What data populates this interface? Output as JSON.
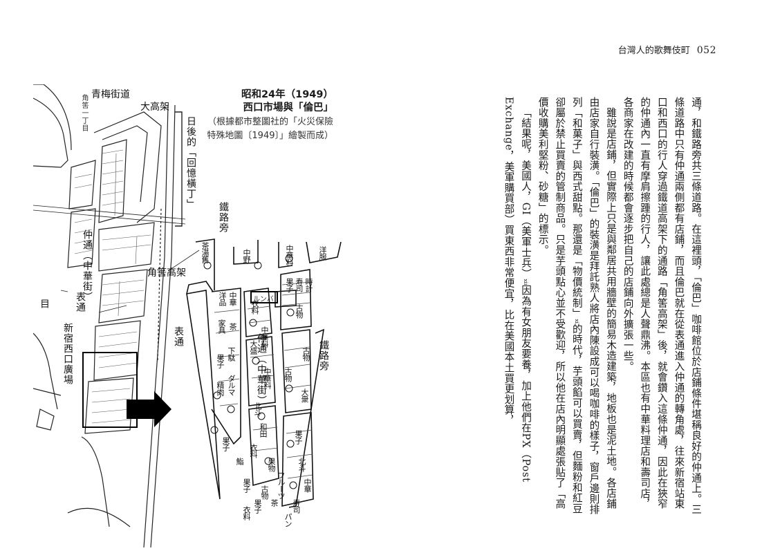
{
  "header": {
    "book_title": "台灣人的歌舞伎町",
    "page_number": "052"
  },
  "figure": {
    "caption_title_line1": "昭和24年（1949）",
    "caption_title_line2": "西口市場與「倫巴」",
    "caption_source_line1": "（根據都市整圖社的「火災保險",
    "caption_source_line2": "特殊地圖〔1949〕」繪製而成）",
    "labels": {
      "ome_kaido": "青梅街道",
      "ookado": "大高架",
      "kado": "角筈一丁目",
      "future_yokocho": "日後的「回憶橫丁」",
      "tetsuro_bo": "鐵路旁",
      "nakadori_chuka": "仲通（中華街）",
      "kado_koka": "角筈高架",
      "omote_dori": "表通",
      "shinjuku_nishiguchi": "新宿西口廣場",
      "me": "目",
      "inset_omote_dori": "表通",
      "inset_nakadori": "仲通（中華街）",
      "inset_tetsuro_bo": "鐵路旁",
      "inset_rumba": "ルンバ"
    },
    "inset_shops": [
      "茶湯舊",
      "中野",
      "中華料",
      "洋服",
      "果子",
      "寿司",
      "時計",
      "古物",
      "古物",
      "中華料",
      "果子",
      "古物",
      "衣料",
      "中華料",
      "大盛",
      "和田",
      "北斗",
      "果物",
      "衣料",
      "果子",
      "鮨",
      "洋品",
      "中華",
      "家具",
      "茶",
      "果子",
      "下駄",
      "精肉",
      "ダルマ",
      "果子",
      "大衆",
      "北斗",
      "中華",
      "寿司",
      "古物",
      "衣料",
      "果子",
      "茶",
      "パン",
      "フルーツ"
    ]
  },
  "body": {
    "paragraphs": [
      {
        "text": "通，和鐵路旁共三條道路。在這裡頭，「倫巴」咖啡館位於店鋪條件堪稱良好的仲通上。三條道路中只有仲通兩側都有店鋪，而且倫巴就在從表通進入仲通的轉角處，往來新宿站東口和西口的行人穿過鐵道高架下的通路「角筈高架」後，就會鑽入這條仲通，因此在狹窄的仲通內一直有摩肩擦踵的行人，讓此處總是人聲鼎沸。本區也有中華料理店和壽司店，各商家在改建的時候都會逐步把自己的店鋪向外擴張一些。",
        "indent": false
      },
      {
        "text": "雖說是店鋪，但實際上只是與鄰居共用牆壁的簡易木造建築，地板也是泥土地。各店鋪由店家自行裝潢。「倫巴」的裝潢是拜託熟人將店內陳設成可以喝咖啡的樣子，窗戶邊則排列「和菓子」與西式甜點。那還是「物價統制」",
        "note": "xi",
        "tail": "的時代，芋頭餡可以買賣，但麵粉和紅豆卻屬於禁止買賣的管制商品。只是芋頭點心並不受歡迎，所以他在店內明顯處張貼了「高價收購美利堅粉、砂糖」的標示。",
        "indent": true
      },
      {
        "text": "「結果呢，美國人，GI（美軍士兵）",
        "note": "xii",
        "tail": "因為有女朋友要養，加上他們在PX（Post Exchange，美軍購買部）買東西非常便宜，比在美國本土買更划算，",
        "indent": true
      }
    ]
  }
}
